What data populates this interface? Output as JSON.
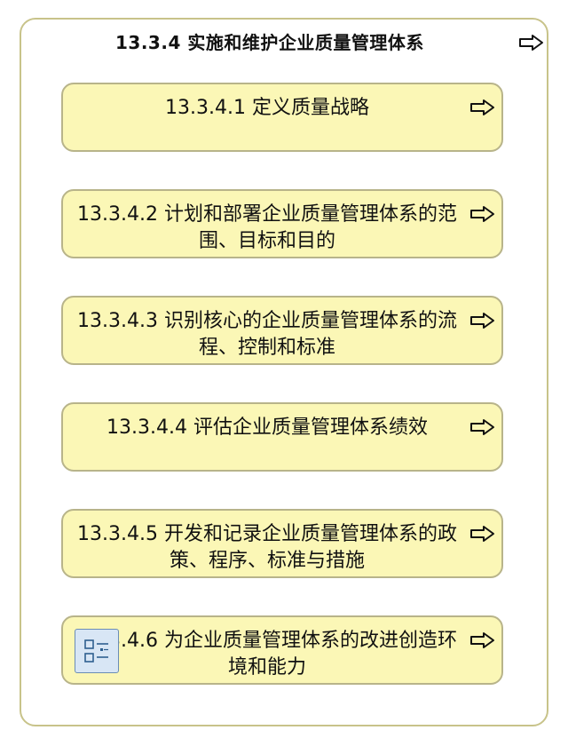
{
  "diagram": {
    "title": "13.3.4 实施和维护企业质量管理体系",
    "arrow_icon": "outline-right-arrow-icon",
    "badge_icon": "list-items-icon",
    "colors": {
      "card_fill": "#fbf7b6",
      "card_border": "#b8b48a",
      "container_border": "#c8c38a",
      "badge_fill": "#d8e6f5"
    },
    "items": [
      {
        "label": "13.3.4.1 定义质量战略"
      },
      {
        "label": "13.3.4.2 计划和部署企业质量管理体系的范围、目标和目的"
      },
      {
        "label": "13.3.4.3 识别核心的企业质量管理体系的流程、控制和标准"
      },
      {
        "label": "13.3.4.4 评估企业质量管理体系绩效"
      },
      {
        "label": "13.3.4.5 开发和记录企业质量管理体系的政策、程序、标准与措施"
      },
      {
        "label": "13.3.4.6 为企业质量管理体系的改进创造环境和能力"
      }
    ]
  }
}
